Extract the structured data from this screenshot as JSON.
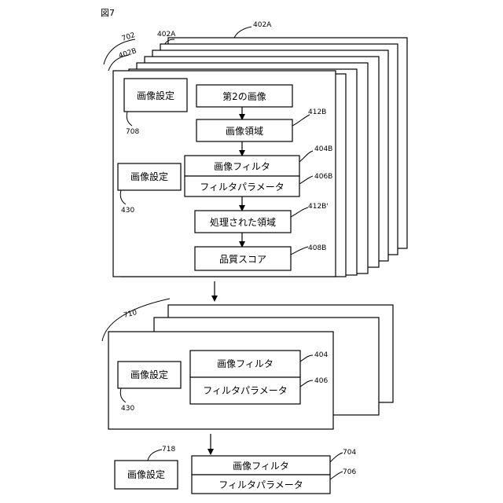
{
  "figure_label": "図7",
  "top_group": {
    "stack_refs": [
      "702",
      "402B",
      "402A"
    ],
    "stack_ref_main": "402A",
    "image_settings_a": {
      "label": "画像設定",
      "ref": "708"
    },
    "image_settings_b": {
      "label": "画像設定",
      "ref": "430"
    },
    "flow": {
      "second_image": "第2の画像",
      "image_region": {
        "label": "画像領域",
        "ref": "412B"
      },
      "image_filter": {
        "label": "画像フィルタ",
        "ref": "404B"
      },
      "filter_params": {
        "label": "フィルタパラメータ",
        "ref": "406B"
      },
      "processed_region": {
        "label": "処理された領域",
        "ref": "412B'"
      },
      "quality_score": {
        "label": "品質スコア",
        "ref": "408B"
      }
    }
  },
  "middle_group": {
    "stack_ref": "710",
    "image_settings": {
      "label": "画像設定",
      "ref": "430"
    },
    "image_filter": {
      "label": "画像フィルタ",
      "ref": "404"
    },
    "filter_params": {
      "label": "フィルタパラメータ",
      "ref": "406"
    }
  },
  "bottom_group": {
    "image_settings": {
      "label": "画像設定",
      "ref": "718"
    },
    "image_filter": {
      "label": "画像フィルタ",
      "ref": "704"
    },
    "filter_params": {
      "label": "フィルタパラメータ",
      "ref": "706"
    }
  }
}
